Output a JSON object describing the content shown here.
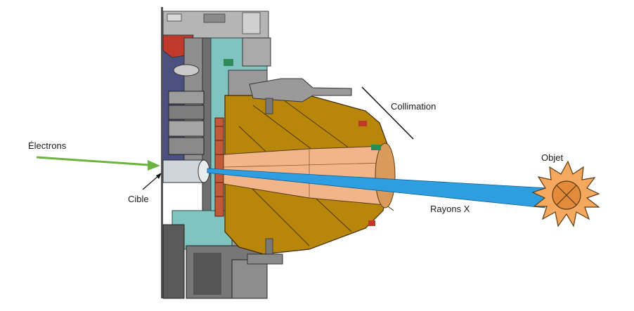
{
  "labels": {
    "electrons": "Électrons",
    "cible": "Cible",
    "collimation": "Collimation",
    "objet": "Objet",
    "rayons_x": "Rayons X"
  },
  "colors": {
    "electron_arrow": "#6db33f",
    "xray_beam": "#2e9ee0",
    "collimator_body": "#b8860b",
    "collimator_cone": "#f2b489",
    "housing_teal": "#7fc4c0",
    "housing_grey": "#9a9a9a",
    "object_fill": "#f5a860",
    "object_core": "#e38b3a",
    "red_part": "#c0392b"
  },
  "icons": {
    "object": "star-burst-with-crossed-circle"
  }
}
